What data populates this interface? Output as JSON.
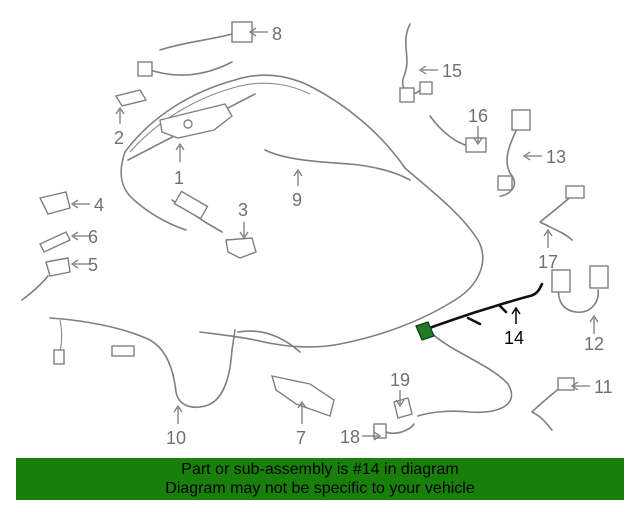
{
  "diagram": {
    "labels": [
      "1",
      "2",
      "3",
      "4",
      "5",
      "6",
      "7",
      "8",
      "9",
      "10",
      "11",
      "12",
      "13",
      "14",
      "15",
      "16",
      "17",
      "18",
      "19"
    ],
    "highlighted_part": "14",
    "colors": {
      "highlight_connector": "#1f7a2a",
      "footer_bg": "#197f0b",
      "line": "#7f7f7f",
      "label": "#707070"
    }
  },
  "footer": {
    "line1": "Part or sub-assembly is #14 in diagram",
    "line2": "Diagram may not be specific to your vehicle"
  }
}
